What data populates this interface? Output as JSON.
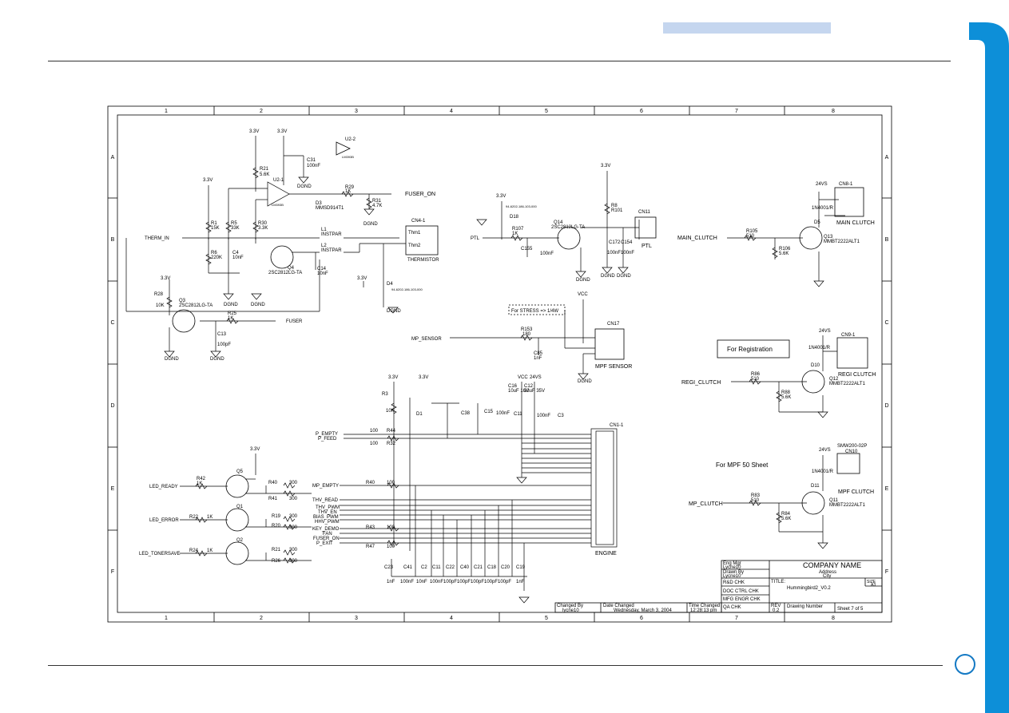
{
  "frame": {
    "accent_color": "#0d8fd8",
    "tab_color": "#c5d6ef"
  },
  "grid": {
    "columns": [
      "1",
      "2",
      "3",
      "4",
      "5",
      "6",
      "7",
      "8"
    ],
    "rows": [
      "A",
      "B",
      "C",
      "D",
      "E",
      "F"
    ]
  },
  "title_block": {
    "company": "COMPANY NAME",
    "address1": "Address",
    "address2": "City",
    "title_label": "TITLE:",
    "title": "Hummingbird2_V0.2",
    "size_label": "SIZE",
    "size": "A3",
    "eng_mgr_label": "Eng Mgr",
    "eng_mgr": "Lycne10",
    "drawn_by_label": "Drawn By",
    "drawn_by": "Lycne10",
    "rd_chk": "R&D CHK",
    "doc_ctrl_chk": "DOC CTRL CHK",
    "mfg_engr_chk": "MFG ENGR CHK",
    "qa_chk": "QA CHK",
    "changed_by_label": "Changed By",
    "changed_by": "lycne10",
    "date_changed_label": "Date Changed",
    "date_changed": "Wednesday, March 3, 2004",
    "time_changed_label": "Time Changed",
    "time_changed": "12:28:13 pm",
    "rev_label": "REV",
    "rev": "0.2",
    "drawing_number_label": "Drawing Number",
    "sheet": "Sheet 7  of  5"
  },
  "nets": {
    "v33": "3.3V",
    "v24": "24VS",
    "vcc": "VCC",
    "gnd": "DGND",
    "therm_in": "THERM_IN",
    "fuser_on": "FUSER_ON",
    "fuser": "FUSER",
    "ptl": "PTL",
    "mp_sensor": "MP_SENSOR",
    "main_clutch": "MAIN_CLUTCH",
    "regi_clutch": "REGI_CLUTCH",
    "mp_clutch": "MP_CLUTCH",
    "p_empty": "P_EMPTY",
    "p_feed": "P_FEED",
    "mp_empty": "MP_EMPTY",
    "thv_read": "THV_READ",
    "thv_pwm": "THV_PWM",
    "thv_en": "THV_EN",
    "bias_pwm": "BIAS_PWM",
    "hhv_pwm": "HHV_PWM",
    "key_demo": "KEY_DEMO",
    "fan": "FAN",
    "fuser_on2": "FUSER_ON",
    "p_exit": "P_EXIT",
    "led_ready": "LED_READY",
    "led_error": "LED_ERROR",
    "led_tonersave": "LED_TONERSAVE"
  },
  "components": {
    "r21": "R21",
    "r21v": "5.6K",
    "c31": "C31",
    "c31v": "100nF",
    "u2_1": "U2-1",
    "u2_1p": "LM393B",
    "u2_2": "U2-2",
    "u2_2p": "LM393B",
    "d3": "D3",
    "d3p": "MMSD914T1",
    "r29": "R29",
    "r29v": "1K",
    "r31": "R31",
    "r31v": "4.7K",
    "r1": "R1",
    "r1v": "15K",
    "r5": "R5",
    "r5v": "33K",
    "r30": "R30",
    "r30v": "3.3K",
    "r6": "R6",
    "r6v": "220K",
    "c4": "C4",
    "c4v": "10nF",
    "l1": "L1",
    "l1v": "INSTPAR",
    "l2": "L2",
    "l2v": "INSTPAR",
    "q4": "Q4",
    "q4p": "2SC2812LG-TA",
    "c14": "C14",
    "c14v": "10nF",
    "cn4": "CN4-1",
    "thermistor": "THERMISTOR",
    "thm1": "Thm1",
    "thm2": "Thm2",
    "d4": "D4",
    "d4p": "94-6202-186-103-000",
    "r28": "R28",
    "r28v": "10K",
    "q3": "Q3",
    "q3p": "2SC2812LG-TA",
    "r25": "R25",
    "r25v": "1K",
    "c13": "C13",
    "c13v": "100pF",
    "d18": "D18",
    "d18p": "94-6202-186-103-000",
    "r107": "R107",
    "r107v": "1K",
    "q14": "Q14",
    "q14p": "2SC2812LG-TA",
    "c155": "C155",
    "c155v": "100nF",
    "r8": "R8",
    "r8v": "R101",
    "cn11": "CN11",
    "ptl_label": "PTL",
    "c172": "C172",
    "c154": "C154",
    "c172v": "100nF",
    "c154v": "100nF",
    "stress": "For STRESS => 1/4W",
    "r153": "R153",
    "r153v": "180",
    "c85": "C85",
    "c85v": "1nF",
    "cn17": "CN17",
    "mpf_sensor": "MPF SENSOR",
    "cn8": "CN8-1",
    "main_clutch_label": "MAIN CLUTCH",
    "d5": "D5",
    "d5p": "1N4001/R",
    "r105": "R105",
    "r105v": "510",
    "r106": "R106",
    "r106v": "5.6K",
    "q13": "Q13",
    "q13p": "MMBT2222ALT1",
    "for_registration": "For Registration",
    "cn9": "CN9-1",
    "regi_clutch_label": "REGI CLUTCH",
    "d10": "D10",
    "d10p": "1N4001/R",
    "r86": "R86",
    "r86v": "510",
    "r88": "R88",
    "r88v": "5.6K",
    "q12": "Q12",
    "q12p": "MMBT2222ALT1",
    "for_mpf": "For MPF 50 Sheet",
    "cn10": "CN10",
    "cn10p": "SMW200-02P",
    "mpf_clutch_label": "MPF CLUTCH",
    "d11": "D11",
    "d11p": "1N4001/R",
    "r83": "R83",
    "r83v": "510",
    "r84": "R84",
    "r84v": "5.6K",
    "q11": "Q11",
    "q11p": "MMBT2222ALT1",
    "r3": "R3",
    "r3v": "10K",
    "d1": "D1",
    "c16": "C16",
    "c16v": "10uF 16V",
    "c12": "C12",
    "c12v": "33uF 35V",
    "c15": "C15",
    "c15v": "100nF",
    "c11": "C11",
    "c3": "C3",
    "c3v": "100nF",
    "c38": "C38",
    "cn1": "CN1-1",
    "engine": "ENGINE",
    "r44": "R44",
    "r32": "R32",
    "r44v": "100",
    "r32v": "100",
    "r40": "R40",
    "r40v": "100",
    "r47": "R47",
    "r47v": "100",
    "r43": "R43",
    "r43v": "100",
    "r42": "R42",
    "r42v": "1K",
    "r22": "R22",
    "r22v": "1K",
    "r24": "R24",
    "r24v": "1K",
    "q5": "Q5",
    "q1": "Q1",
    "q2": "Q2",
    "r40b": "R40",
    "r41": "R41",
    "r19": "R19",
    "r20": "R20",
    "r21b": "R21",
    "r26": "R26",
    "r300": "300",
    "caps_bottom": [
      "C23",
      "C41",
      "C2",
      "C11",
      "C22",
      "C40",
      "C21",
      "C18",
      "C20",
      "C19"
    ],
    "caps_bottom_values": [
      "1nF",
      "100nF",
      "10nF",
      "100nF",
      "100pF",
      "100pF",
      "100pF",
      "100pF",
      "100pF",
      "1nF"
    ]
  }
}
